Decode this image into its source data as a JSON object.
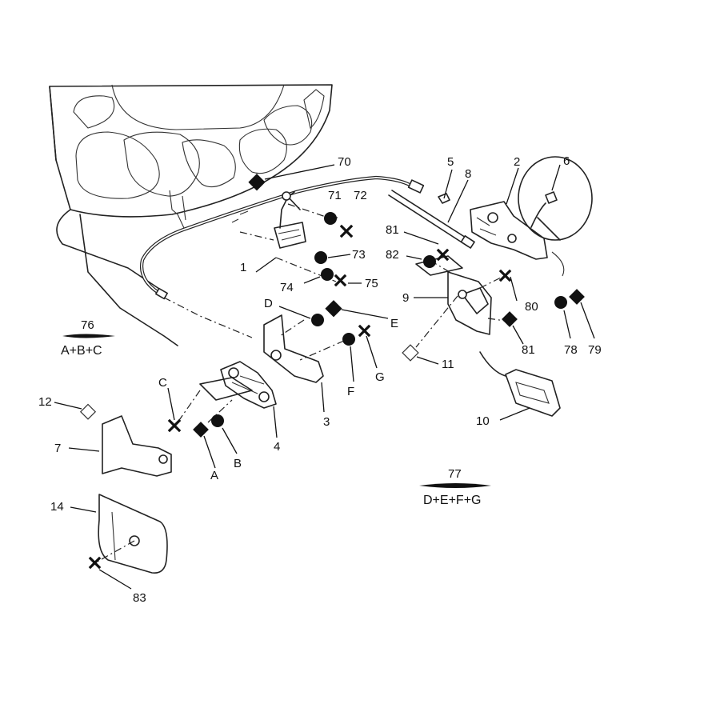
{
  "diagram": {
    "labels": {
      "l1": "1",
      "l2": "2",
      "l3": "3",
      "l4": "4",
      "l5": "5",
      "l6": "6",
      "l7": "7",
      "l8": "8",
      "l9": "9",
      "l10": "10",
      "l11": "11",
      "l12": "12",
      "l14": "14",
      "l70": "70",
      "l71": "71",
      "l72": "72",
      "l73": "73",
      "l74": "74",
      "l75": "75",
      "l76": "76",
      "l77": "77",
      "l78": "78",
      "l79": "79",
      "l80": "80",
      "l81a": "81",
      "l81b": "81",
      "l82": "82",
      "l83": "83",
      "lA": "A",
      "lB": "B",
      "lC": "C",
      "lD": "D",
      "lE": "E",
      "lF": "F",
      "lG": "G"
    },
    "groups": {
      "g76": "A+B+C",
      "g77": "D+E+F+G"
    }
  }
}
